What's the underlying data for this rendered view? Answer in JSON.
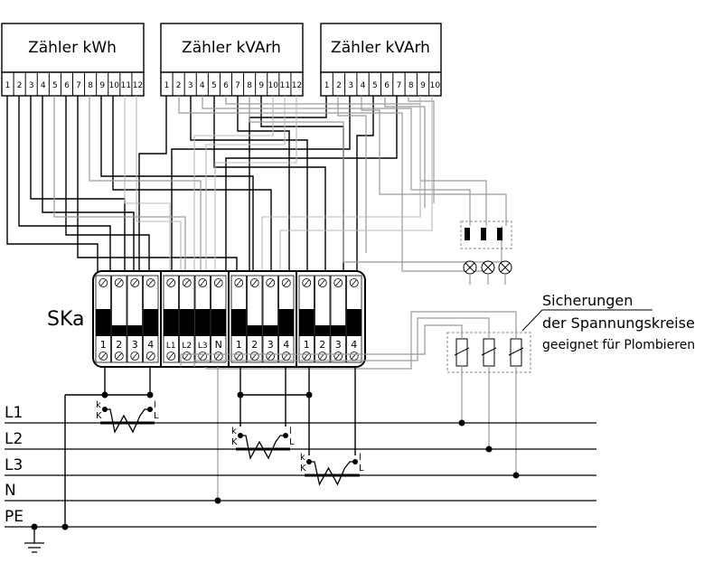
{
  "meters": [
    {
      "title": "Zähler kWh",
      "pins": [
        "1",
        "2",
        "3",
        "4",
        "5",
        "6",
        "7",
        "8",
        "9",
        "10",
        "11",
        "12"
      ]
    },
    {
      "title": "Zähler kVArh",
      "pins": [
        "1",
        "2",
        "3",
        "4",
        "5",
        "6",
        "7",
        "8",
        "9",
        "10",
        "11",
        "12"
      ]
    },
    {
      "title": "Zähler kVArh",
      "pins": [
        "1",
        "2",
        "3",
        "4",
        "5",
        "6",
        "7",
        "8",
        "9",
        "10"
      ]
    }
  ],
  "terminal_block": {
    "label": "SKa",
    "groups": [
      {
        "terminals": [
          "1",
          "2",
          "3",
          "4"
        ]
      },
      {
        "terminals": [
          "L1",
          "L2",
          "L3",
          "N"
        ]
      },
      {
        "terminals": [
          "1",
          "2",
          "3",
          "4"
        ]
      },
      {
        "terminals": [
          "1",
          "2",
          "3",
          "4"
        ]
      }
    ]
  },
  "busbars": [
    "L1",
    "L2",
    "L3",
    "N",
    "PE"
  ],
  "transformers": [
    {
      "k_top": "k",
      "k_bottom": "K",
      "l_top": "l",
      "l_bottom": "L"
    },
    {
      "k_top": "k",
      "k_bottom": "K",
      "l_top": "l",
      "l_bottom": "L"
    },
    {
      "k_top": "k",
      "k_bottom": "K",
      "l_top": "l",
      "l_bottom": "L"
    }
  ],
  "fuse_note": {
    "line1": "Sicherungen",
    "line2": "der Spannungskreise",
    "line3": "geeignet für Plombieren"
  }
}
